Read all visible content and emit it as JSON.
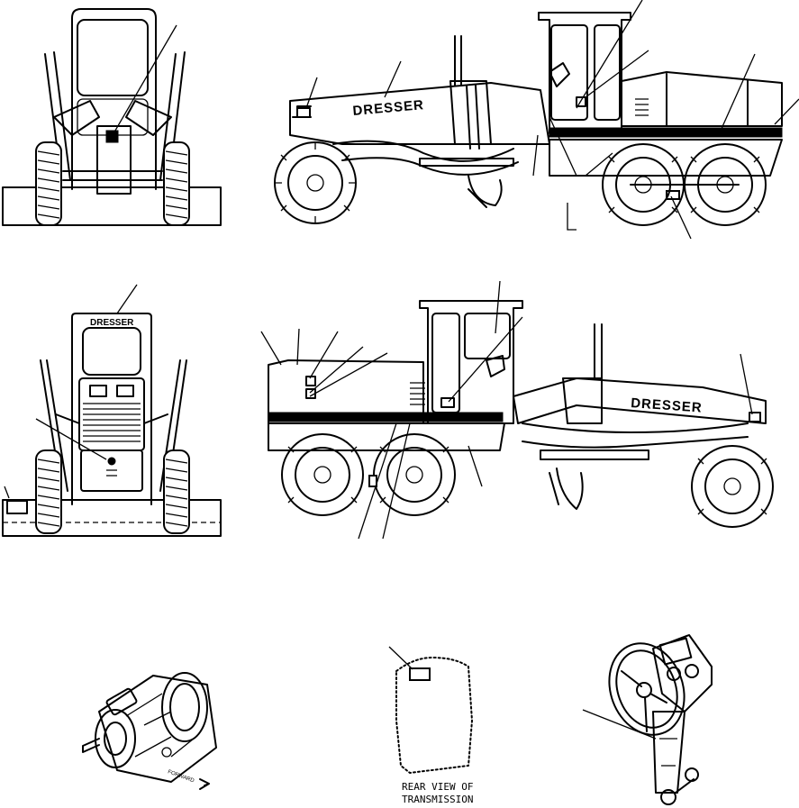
{
  "brand_side_upper": "DRESSER",
  "brand_side_lower": "DRESSER",
  "brand_rear": "DRESSER",
  "caption_line1": "REAR VIEW OF",
  "caption_line2": "TRANSMISSION",
  "arrow_text": "FORWARD",
  "colors": {
    "ink": "#000000",
    "paper": "#ffffff"
  }
}
